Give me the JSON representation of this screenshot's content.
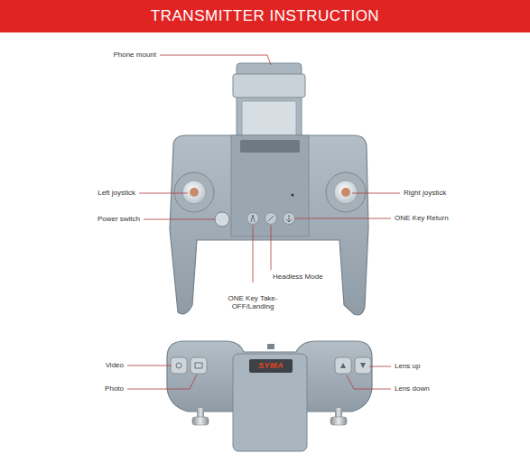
{
  "diagram": {
    "title": "TRANSMITTER INSTRUCTION",
    "labels": [
      "Phone mount",
      "Left joystick",
      "Right joystick",
      "Power switch",
      "ONE Key Return",
      "Headless Mode",
      "ONE Key Take-OFF/Landing",
      "Video",
      "SYMA",
      "Lens up",
      "Photo",
      "Lens down"
    ]
  }
}
